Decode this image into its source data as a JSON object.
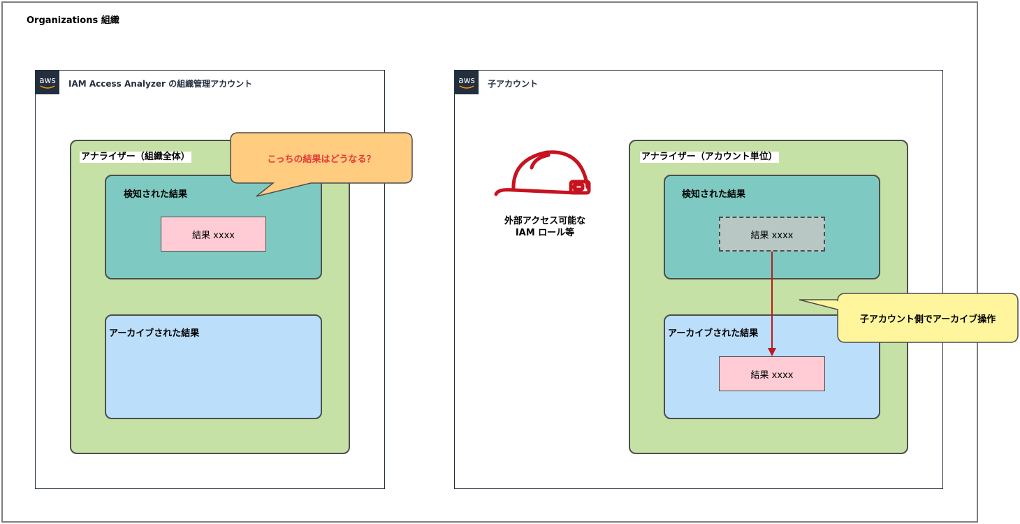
{
  "organization": {
    "title": "Organizations 組織"
  },
  "aws_logo_text": "aws",
  "management_account": {
    "title": "IAM Access Analyzer の組織管理アカウント",
    "analyzer": {
      "label": "アナライザー（組織全体）",
      "detected": {
        "label": "検知された結果",
        "finding": "結果 xxxx"
      },
      "archived": {
        "label": "アーカイブされた結果"
      }
    },
    "callout": {
      "text": "こっちの結果はどうなる？",
      "text_color": "#e53935",
      "fill": "#ffcc80"
    }
  },
  "child_account": {
    "title": "子アカウント",
    "icon": "helmet-icon",
    "icon_color": "#c7131f",
    "resource_label_line1": "外部アクセス可能な",
    "resource_label_line2": "IAM ロール等",
    "analyzer": {
      "label": "アナライザー（アカウント単位）",
      "detected": {
        "label": "検知された結果",
        "finding": "結果 xxxx"
      },
      "archived": {
        "label": "アーカイブされた結果",
        "finding": "結果 xxxx"
      }
    },
    "callout": {
      "text": "子アカウント側でアーカイブ操作",
      "fill": "#fff59d"
    },
    "arrow_color": "#b71c1c"
  }
}
